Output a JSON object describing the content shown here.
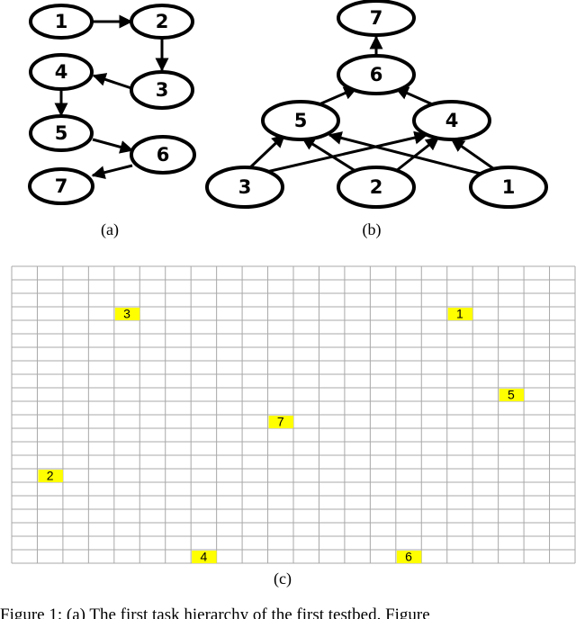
{
  "panel_a": {
    "nodes": [
      "1",
      "2",
      "3",
      "4",
      "5",
      "6",
      "7"
    ],
    "edges": [
      [
        "1",
        "2"
      ],
      [
        "2",
        "3"
      ],
      [
        "3",
        "4"
      ],
      [
        "4",
        "5"
      ],
      [
        "5",
        "6"
      ],
      [
        "6",
        "7"
      ]
    ],
    "label": "(a)"
  },
  "panel_b": {
    "nodes": [
      "7",
      "6",
      "5",
      "4",
      "3",
      "2",
      "1"
    ],
    "edges": [
      [
        "6",
        "7"
      ],
      [
        "5",
        "6"
      ],
      [
        "4",
        "6"
      ],
      [
        "3",
        "5"
      ],
      [
        "3",
        "4"
      ],
      [
        "2",
        "5"
      ],
      [
        "2",
        "4"
      ],
      [
        "1",
        "5"
      ],
      [
        "1",
        "4"
      ]
    ],
    "label": "(b)"
  },
  "panel_c": {
    "label": "(c)",
    "columns": 22,
    "rows": 22,
    "highlight_color": "#ffff00",
    "cells": [
      {
        "label": "3",
        "col": 4,
        "row": 3
      },
      {
        "label": "1",
        "col": 17,
        "row": 3
      },
      {
        "label": "5",
        "col": 19,
        "row": 9
      },
      {
        "label": "7",
        "col": 10,
        "row": 11
      },
      {
        "label": "2",
        "col": 1,
        "row": 15
      },
      {
        "label": "4",
        "col": 7,
        "row": 21
      },
      {
        "label": "6",
        "col": 15,
        "row": 21
      }
    ]
  },
  "caption": "Figure 1: (a) The first task hierarchy of the first testbed. Figure"
}
